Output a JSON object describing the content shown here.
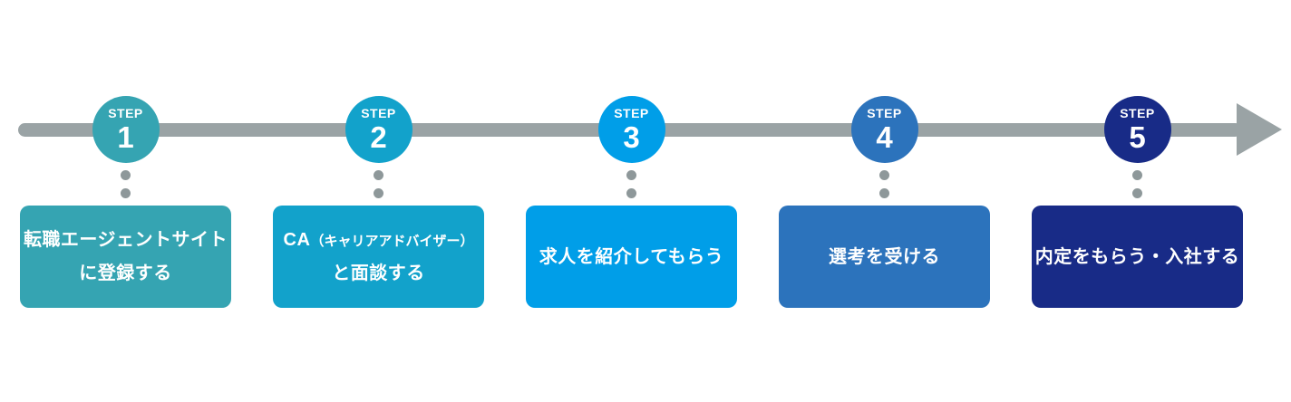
{
  "timeline": {
    "bar_color": "#9AA3A5",
    "arrow_color": "#9AA3A5",
    "dot_color": "#8E989A"
  },
  "steps": [
    {
      "badge_label": "STEP",
      "number": "1",
      "color": "#35A4B2",
      "line1": "転職エージェントサイト",
      "line2": "に登録する"
    },
    {
      "badge_label": "STEP",
      "number": "2",
      "color": "#12A2CB",
      "line1_main": "CA",
      "line1_sub": "（キャリアアドバイザー）",
      "line2": "と面談する"
    },
    {
      "badge_label": "STEP",
      "number": "3",
      "color": "#009EE8",
      "label": "求人を紹介してもらう"
    },
    {
      "badge_label": "STEP",
      "number": "4",
      "color": "#2C73BC",
      "label": "選考を受ける"
    },
    {
      "badge_label": "STEP",
      "number": "5",
      "color": "#182B87",
      "label": "内定をもらう・入社する"
    }
  ]
}
